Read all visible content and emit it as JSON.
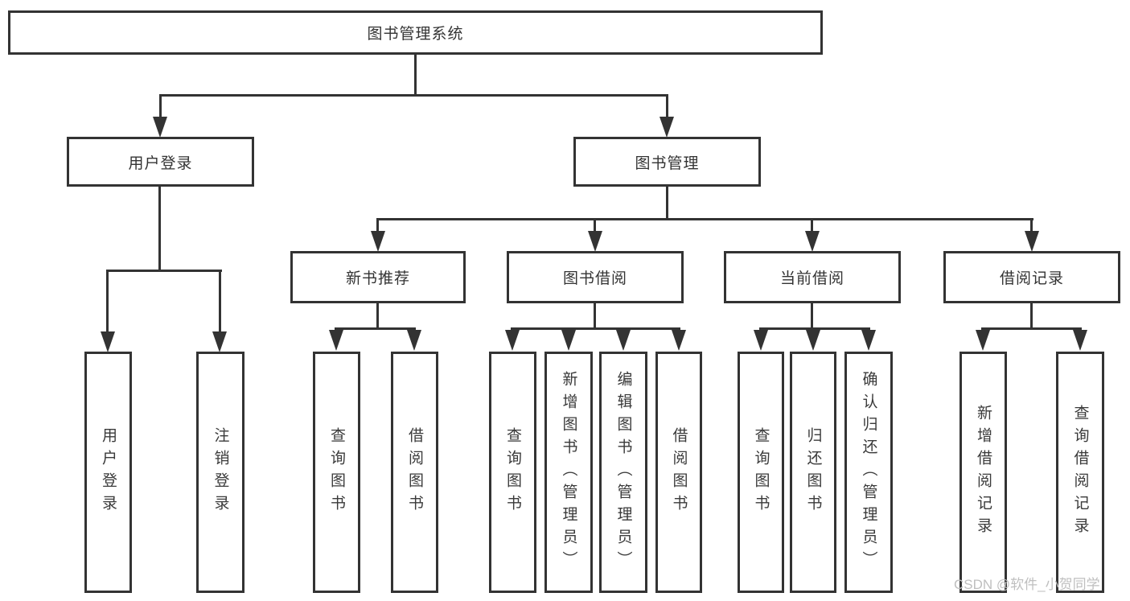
{
  "diagram_type": "hierarchy-tree",
  "colors": {
    "line": "#333333",
    "box_background": "#ffffff",
    "text": "#333333",
    "leaf_text": "#3a3a3a",
    "watermark": "#bfbfbf"
  },
  "nodes": {
    "root": "图书管理系统",
    "user_login": "用户登录",
    "book_mgmt": "图书管理",
    "new_books": "新书推荐",
    "book_borrow": "图书借阅",
    "current_borrow": "当前借阅",
    "borrow_records": "借阅记录",
    "leaves": {
      "user_login": [
        "用户登录",
        "注销登录"
      ],
      "new_books": [
        "查询图书",
        "借阅图书"
      ],
      "book_borrow": [
        "查询图书",
        "新增图书（管理员）",
        "编辑图书（管理员）",
        "借阅图书"
      ],
      "current_borrow": [
        "查询图书",
        "归还图书",
        "确认归还（管理员）"
      ],
      "borrow_records": [
        "新增借阅记录",
        "查询借阅记录"
      ]
    }
  },
  "watermark": "CSDN @软件_小贺同学"
}
